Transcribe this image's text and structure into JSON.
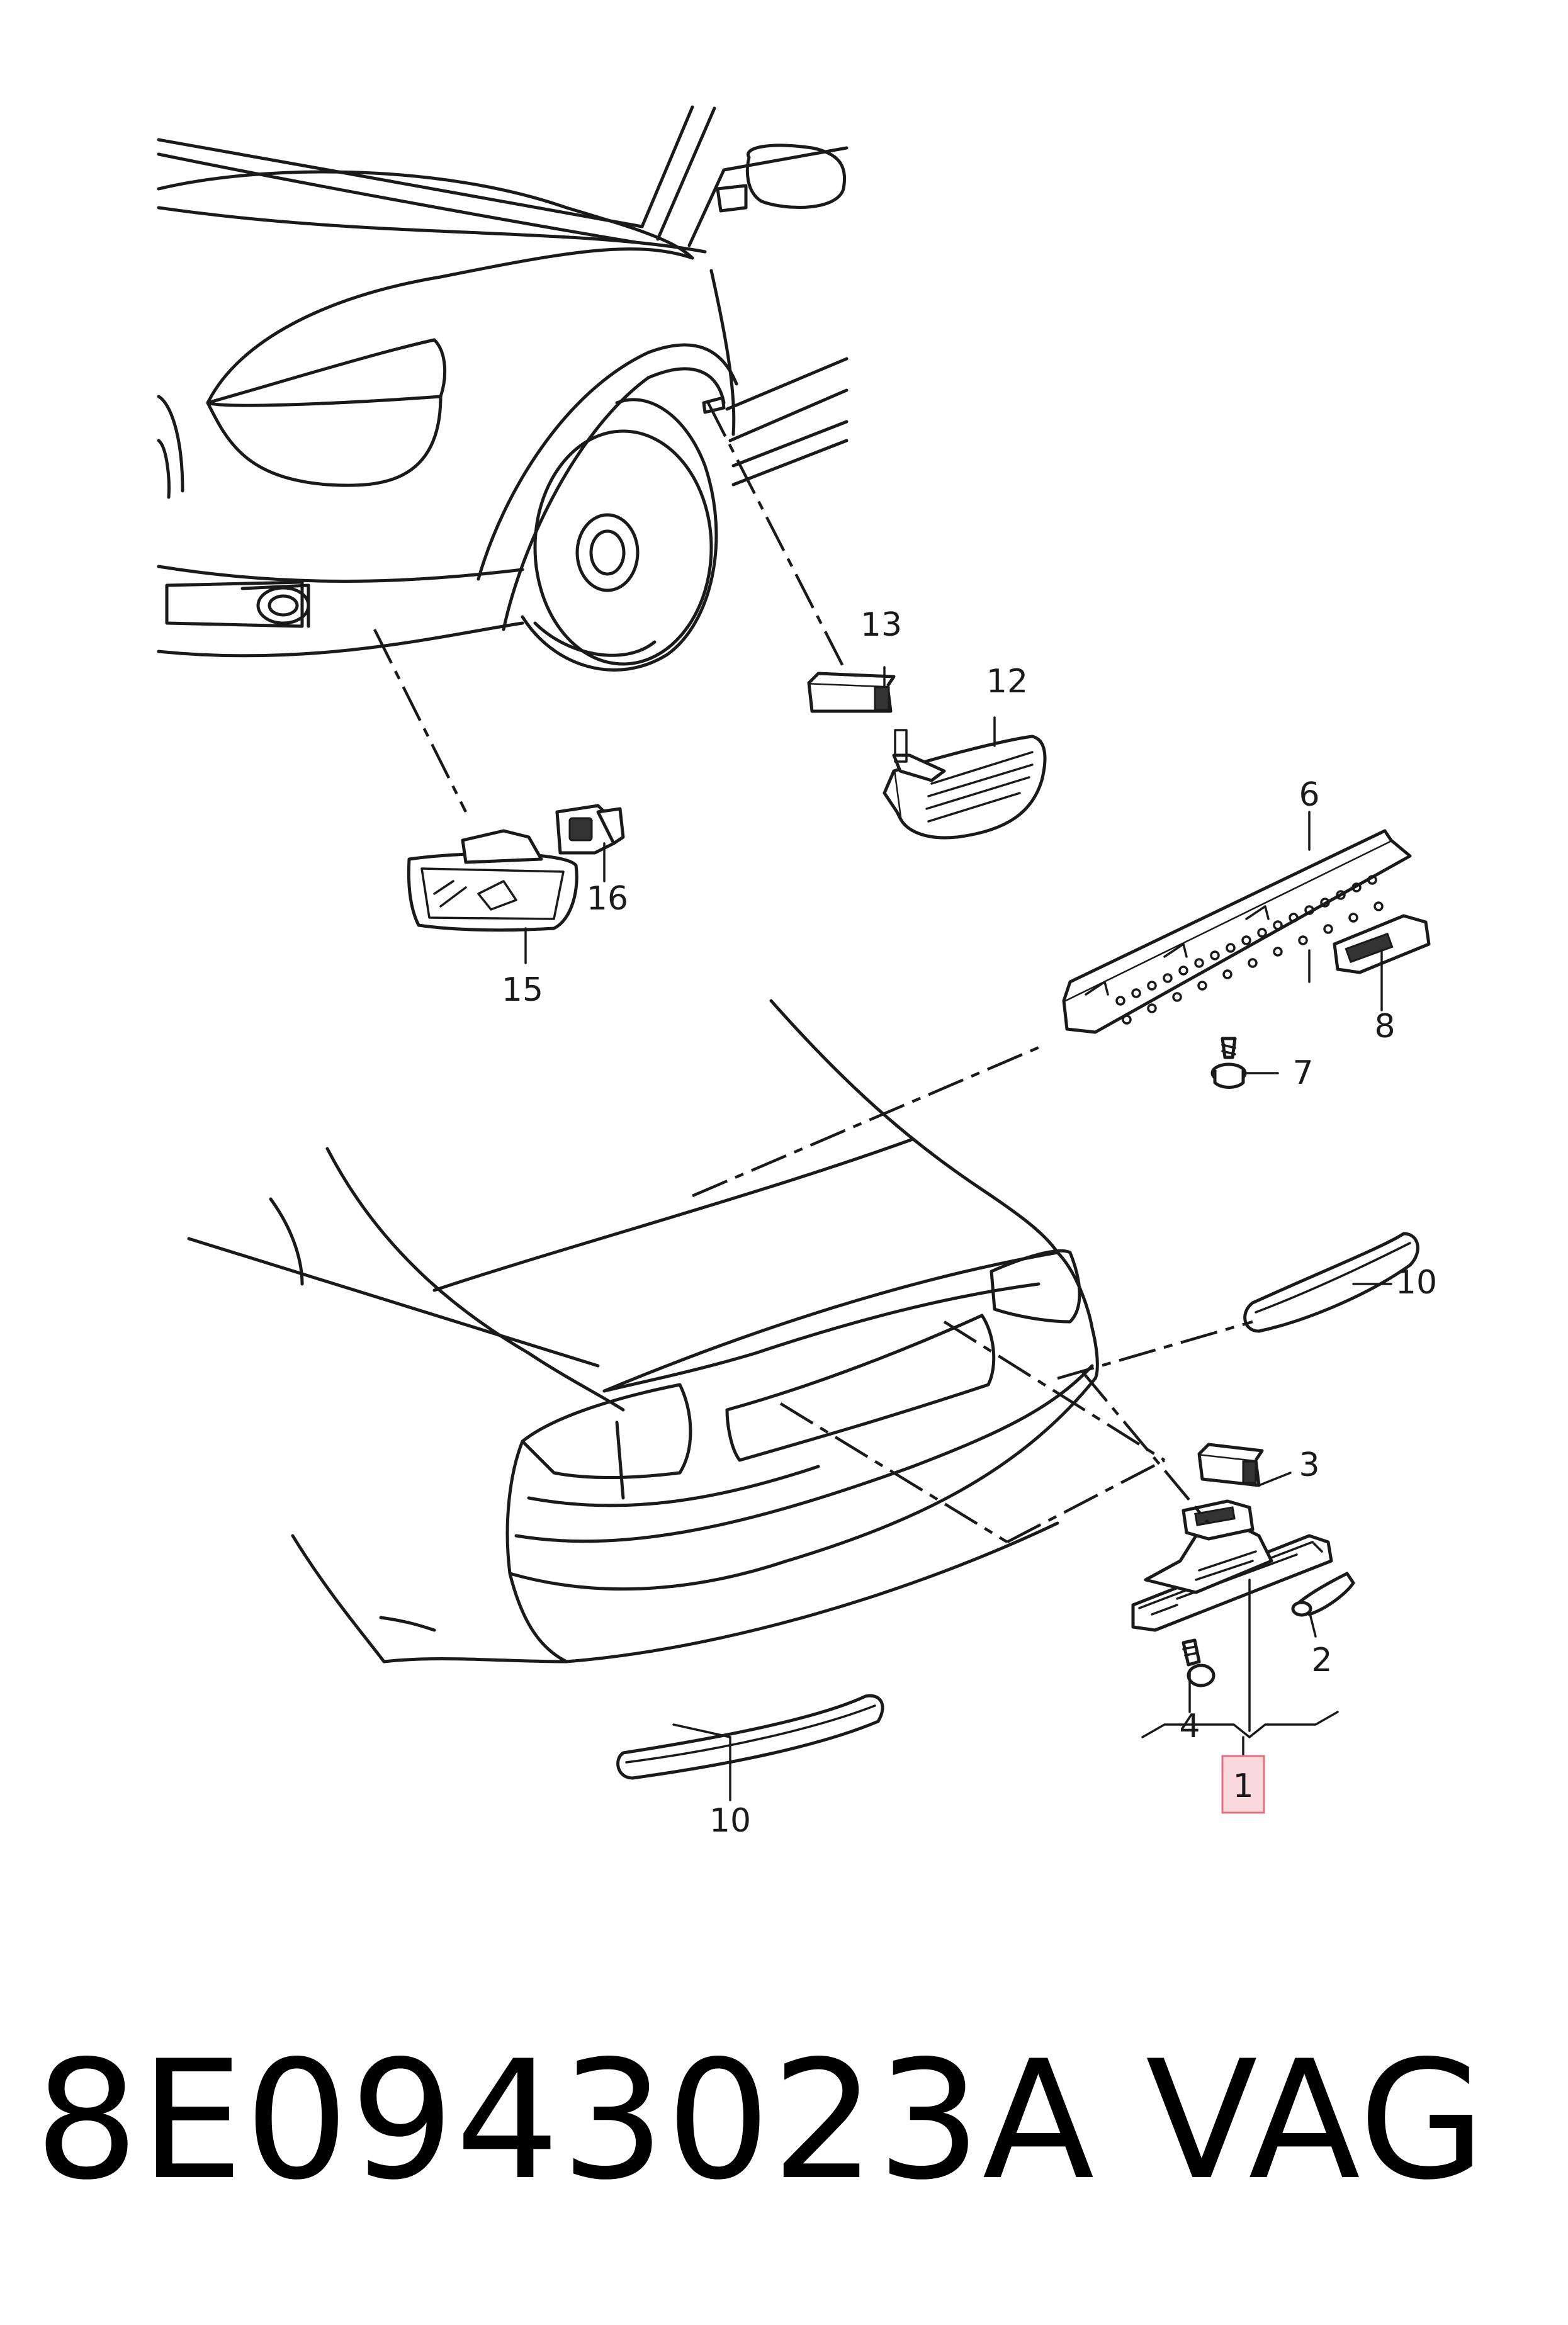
{
  "callouts": {
    "c1": "1",
    "c2": "2",
    "c3": "3",
    "c4": "4",
    "c6": "6",
    "c7": "7",
    "c8": "8",
    "c10a": "10",
    "c10b": "10",
    "c12": "12",
    "c13": "13",
    "c15": "15",
    "c16": "16"
  },
  "highlighted_callout": "1",
  "footer": {
    "part_number": "8E0943023A",
    "brand": "VAG"
  },
  "colors": {
    "line": "#1a1a1a",
    "highlight_fill": "#f9d9dc",
    "highlight_stroke": "#e07080"
  }
}
